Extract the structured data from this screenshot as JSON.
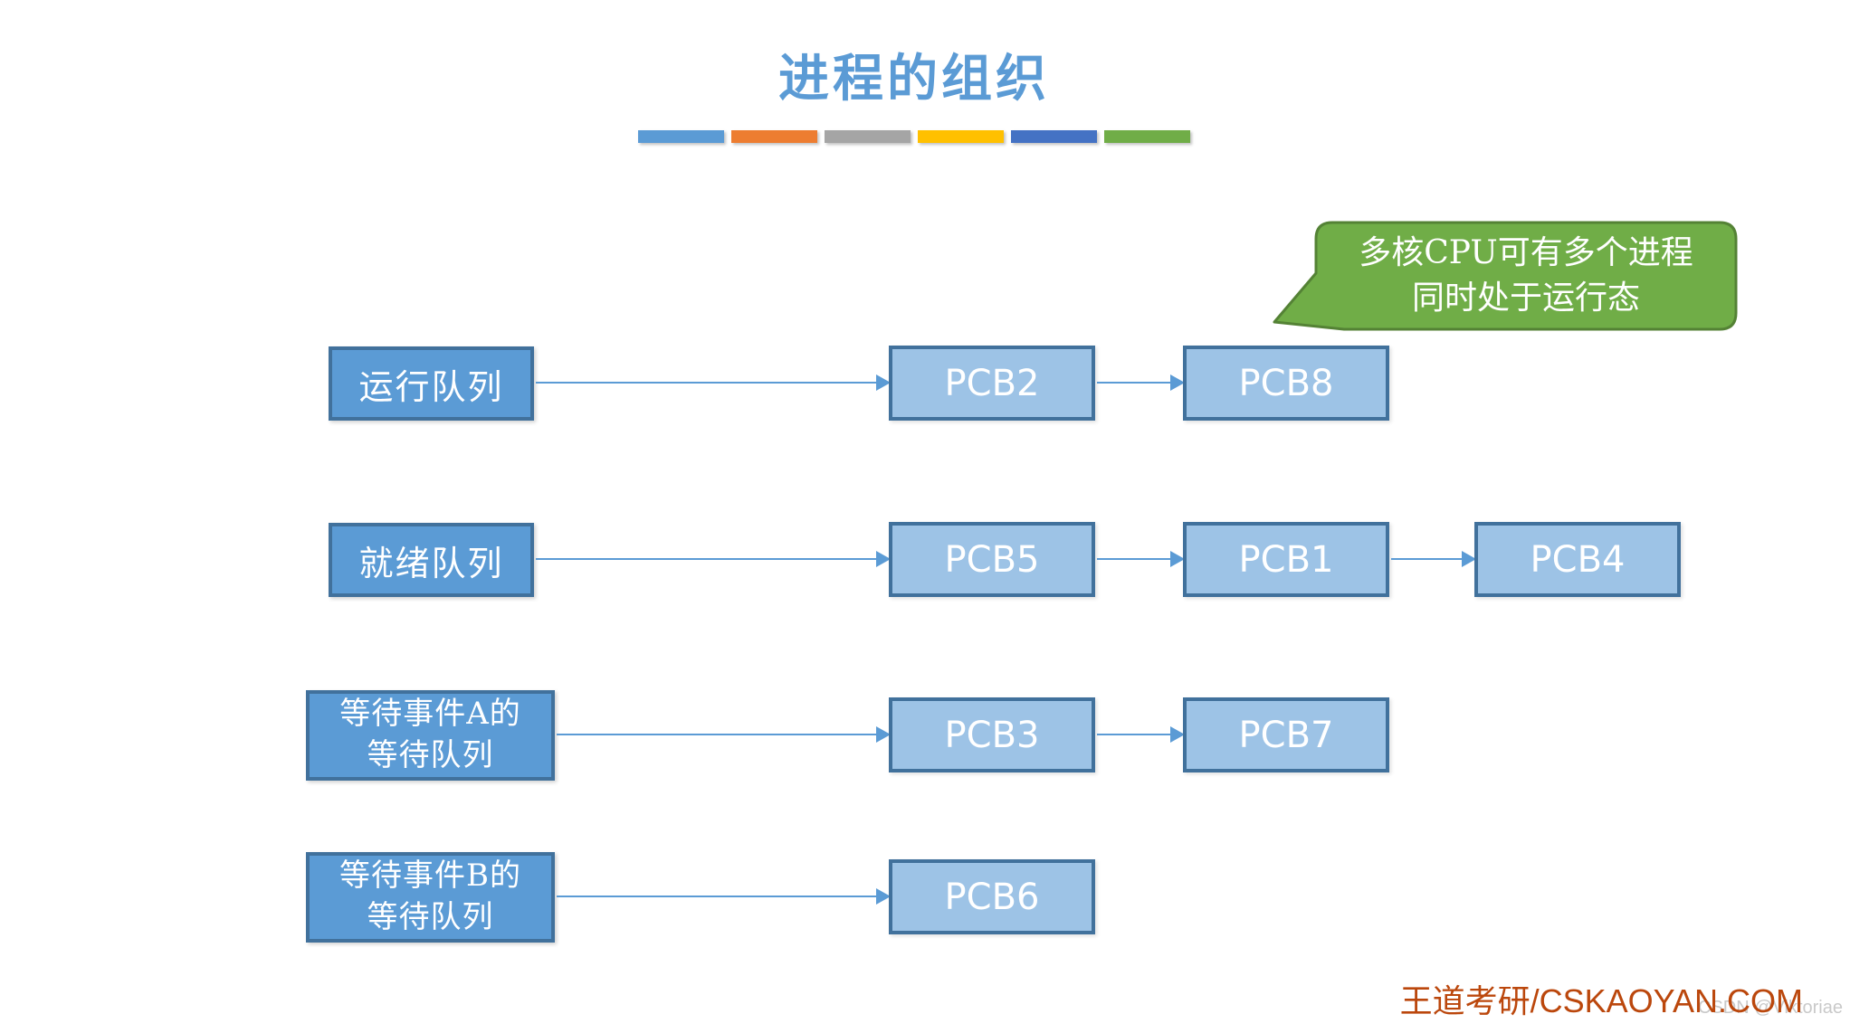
{
  "title": "进程的组织",
  "decor": {
    "bar_colors": [
      "#5B9BD5",
      "#ED7D31",
      "#A5A5A5",
      "#FFC000",
      "#4472C4",
      "#70AD47"
    ]
  },
  "callout": {
    "line1": "多核CPU可有多个进程",
    "line2": "同时处于运行态",
    "fill_color": "#70AD47",
    "border_color": "#548235",
    "text_color": "#FFFFFF"
  },
  "rows": [
    {
      "label_lines": [
        "运行队列"
      ],
      "pcbs": [
        "PCB2",
        "PCB8"
      ]
    },
    {
      "label_lines": [
        "就绪队列"
      ],
      "pcbs": [
        "PCB5",
        "PCB1",
        "PCB4"
      ]
    },
    {
      "label_lines": [
        "等待事件A的",
        "等待队列"
      ],
      "pcbs": [
        "PCB3",
        "PCB7"
      ]
    },
    {
      "label_lines": [
        "等待事件B的",
        "等待队列"
      ],
      "pcbs": [
        "PCB6"
      ]
    }
  ],
  "colors": {
    "title_text": "#5B9BD5",
    "queue_box_fill": "#5B9BD5",
    "queue_box_border": "#41719C",
    "pcb_box_fill": "#9DC3E6",
    "pcb_box_border": "#41719C",
    "arrow": "#5B9BD5",
    "brand_text": "#BB470C",
    "watermark_text": "#C9C9C9"
  },
  "footer": {
    "brand": "王道考研/CSKAOYAN.COM",
    "watermark": "CSDN @Viktoriae"
  }
}
